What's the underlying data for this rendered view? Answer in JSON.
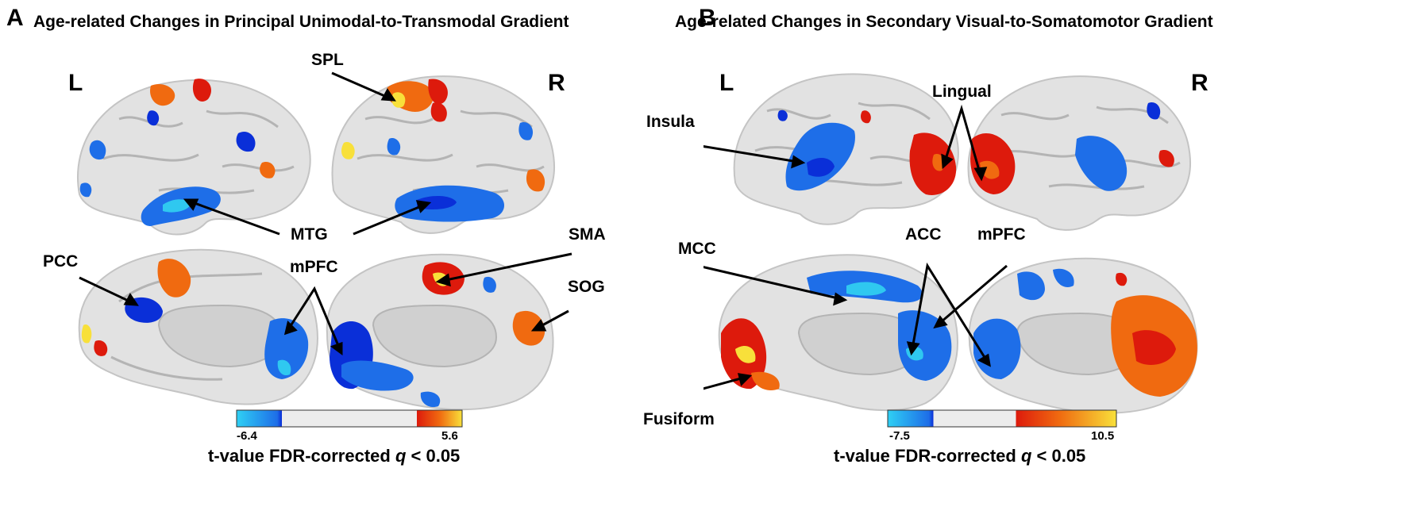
{
  "panels": [
    {
      "letter": "A",
      "title": "Age-related Changes in Principal Unimodal-to-Transmodal Gradient",
      "hemispheres": {
        "left": "L",
        "right": "R"
      },
      "labels": {
        "spl": "SPL",
        "mtg": "MTG",
        "sma": "SMA",
        "pcc": "PCC",
        "mpfc": "mPFC",
        "sog": "SOG"
      },
      "colorbar": {
        "min": "-6.4",
        "max": "5.6",
        "caption_prefix": "t-value  FDR-corrected ",
        "caption_q": "q",
        "caption_suffix": " < 0.05"
      }
    },
    {
      "letter": "B",
      "title": "Age-related Changes in Secondary Visual-to-Somatomotor Gradient",
      "hemispheres": {
        "left": "L",
        "right": "R"
      },
      "labels": {
        "insula": "Insula",
        "lingual": "Lingual",
        "mcc": "MCC",
        "acc": "ACC",
        "mpfc": "mPFC",
        "fusiform": "Fusiform"
      },
      "colorbar": {
        "min": "-7.5",
        "max": "10.5",
        "caption_prefix": "t-value FDR-corrected ",
        "caption_q": "q",
        "caption_suffix": " < 0.05"
      }
    }
  ],
  "colors": {
    "cortex": "#e2e2e2",
    "sulcus": "#b4b4b4",
    "callosum": "#d0d0d0",
    "neg_dark": "#0a2fd8",
    "neg_mid": "#1e6ee8",
    "neg_light": "#2fc8f0",
    "pos_dark": "#dd1a0c",
    "pos_mid": "#f06a10",
    "pos_light": "#f8e03a"
  }
}
